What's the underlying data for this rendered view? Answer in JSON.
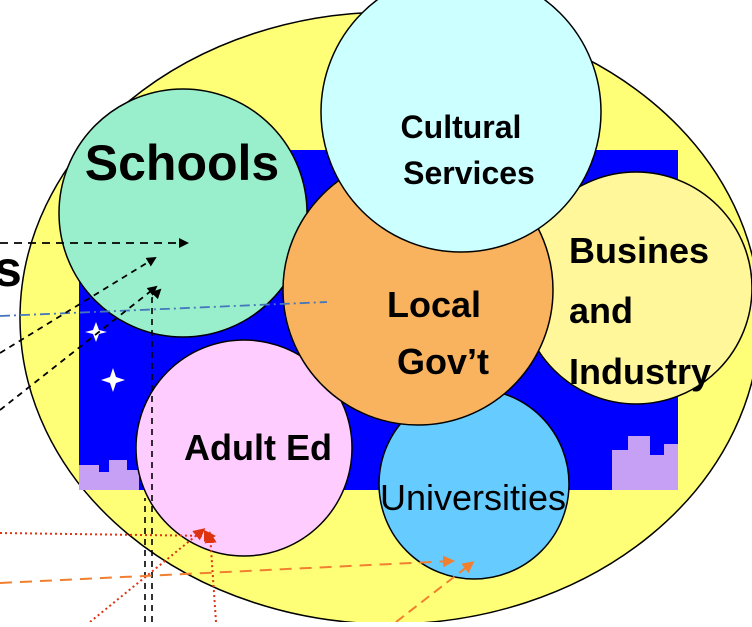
{
  "diagram": {
    "nodes": {
      "schools": {
        "label": "Schools",
        "color": "#99EECC"
      },
      "cultural_services": {
        "label_line1": "Cultural",
        "label_line2": "Services",
        "color": "#CCFFFF"
      },
      "local_govt": {
        "label_line1": "Local",
        "label_line2": "Gov’t",
        "color": "#F9B35E"
      },
      "business_industry": {
        "label_line1": "Busines",
        "label_line2": "and",
        "label_line3": "Industry",
        "color": "#FFF799"
      },
      "adult_ed": {
        "label": "Adult Ed",
        "color": "#FFCCFF"
      },
      "universities": {
        "label": "Universities",
        "color": "#66CCFF"
      },
      "left_partial": {
        "label": "s"
      }
    },
    "colors": {
      "outer_ellipse": "#FFFF77",
      "night_sky": "#0000FF",
      "city_skyline": "#C6A0F5",
      "arrow_black": "#000000",
      "arrow_blue": "#4477BB",
      "arrow_red": "#DD3311",
      "arrow_orange": "#F08030"
    }
  }
}
